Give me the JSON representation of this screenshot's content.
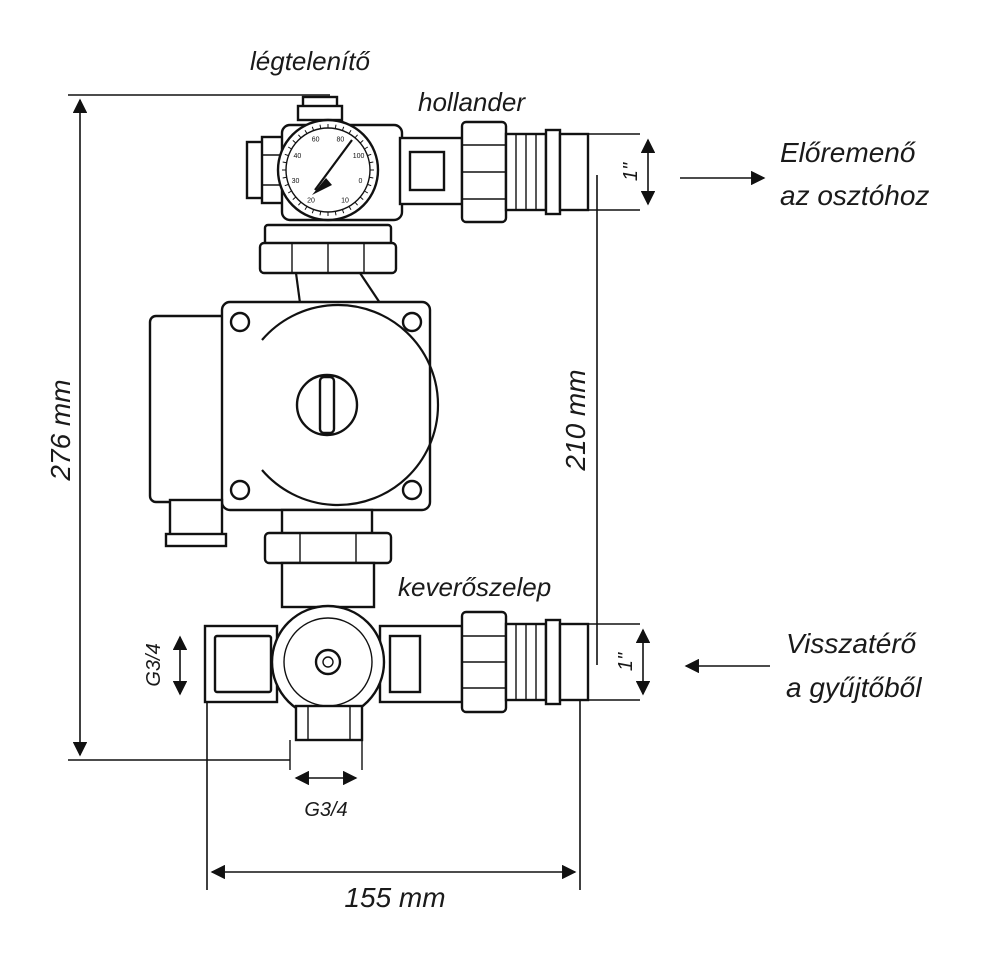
{
  "labels": {
    "air_vent": "légtelenítő",
    "union": "hollander",
    "flow_line1": "Előremenő",
    "flow_line2": "az osztóhoz",
    "mixing_valve": "keverőszelep",
    "return_line1": "Visszatérő",
    "return_line2": "a gyűjtőből"
  },
  "dimensions": {
    "total_height": "276 mm",
    "pipe_spacing": "210 mm",
    "total_width": "155 mm",
    "side_thread": "G3/4",
    "bottom_thread": "G3/4",
    "top_outlet": "1\"",
    "bottom_outlet": "1\""
  },
  "gauge_ticks": [
    "20",
    "30",
    "40",
    "60",
    "80",
    "100",
    "0",
    "10"
  ]
}
